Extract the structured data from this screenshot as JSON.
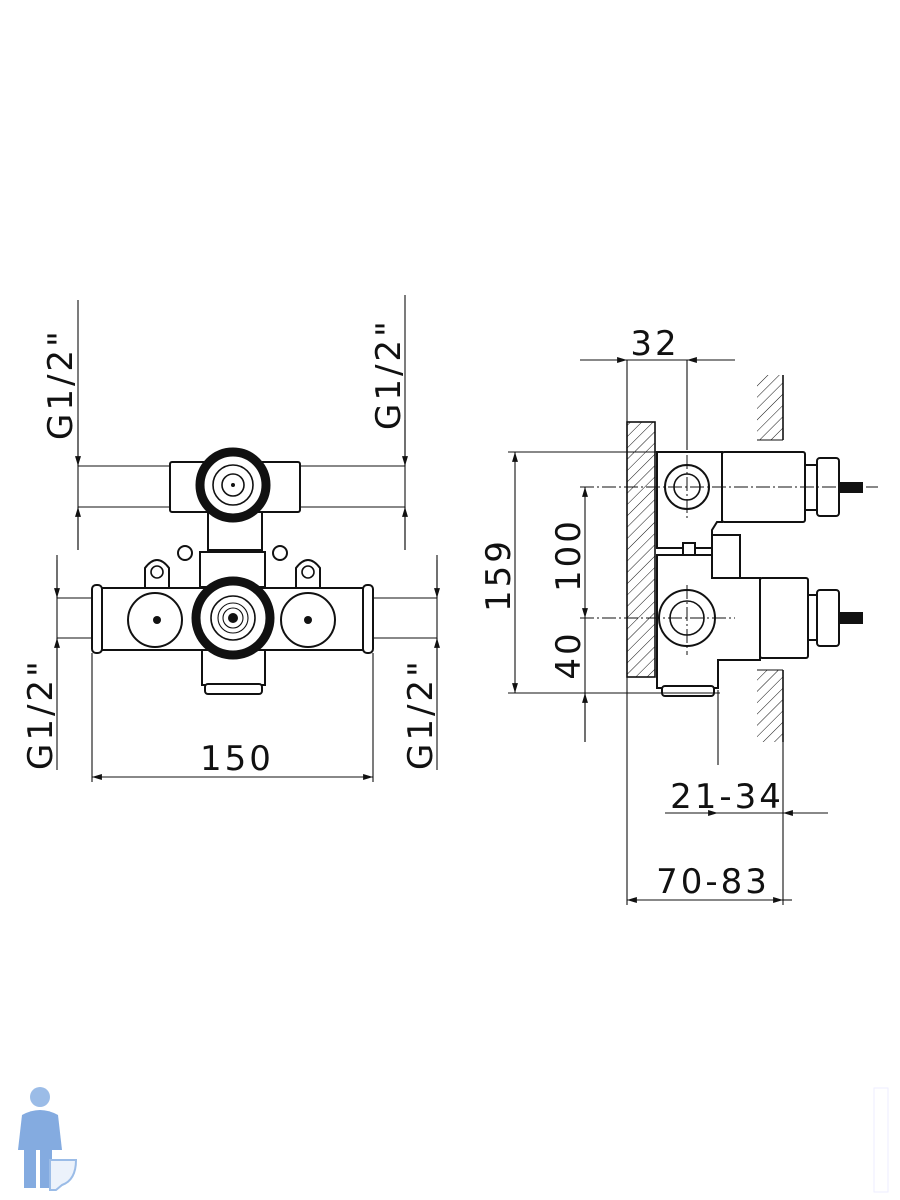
{
  "drawing": {
    "front_view": {
      "top_left_thread": "G1/2\"",
      "top_right_thread": "G1/2\"",
      "bottom_left_thread": "G1/2\"",
      "bottom_right_thread": "G1/2\"",
      "width": "150"
    },
    "side_view": {
      "depth_top": "32",
      "height_total": "159",
      "outlet_spacing": "100",
      "lower_offset": "40",
      "adjust_range_small": "21-34",
      "adjust_range_large": "70-83"
    }
  },
  "colors": {
    "line": "#111111",
    "logo": "#5b8fd6"
  }
}
